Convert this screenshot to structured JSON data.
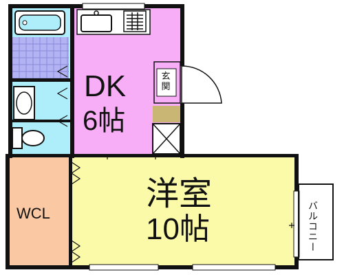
{
  "rooms": {
    "dk": {
      "name": "DK",
      "size": "6帖"
    },
    "western": {
      "name": "洋室",
      "size": "10帖"
    },
    "closet": {
      "name": "WCL"
    },
    "entrance": {
      "name": "玄関"
    },
    "balcony": {
      "name": "バルコニー"
    }
  },
  "colors": {
    "dk": "#f8aef6",
    "western": "#fafaa8",
    "closet": "#fac8a2",
    "wet": "#aeeefa",
    "bath_tile": "#b3b3f3",
    "shoe_box": "#c9b574",
    "wall": "#111111"
  }
}
